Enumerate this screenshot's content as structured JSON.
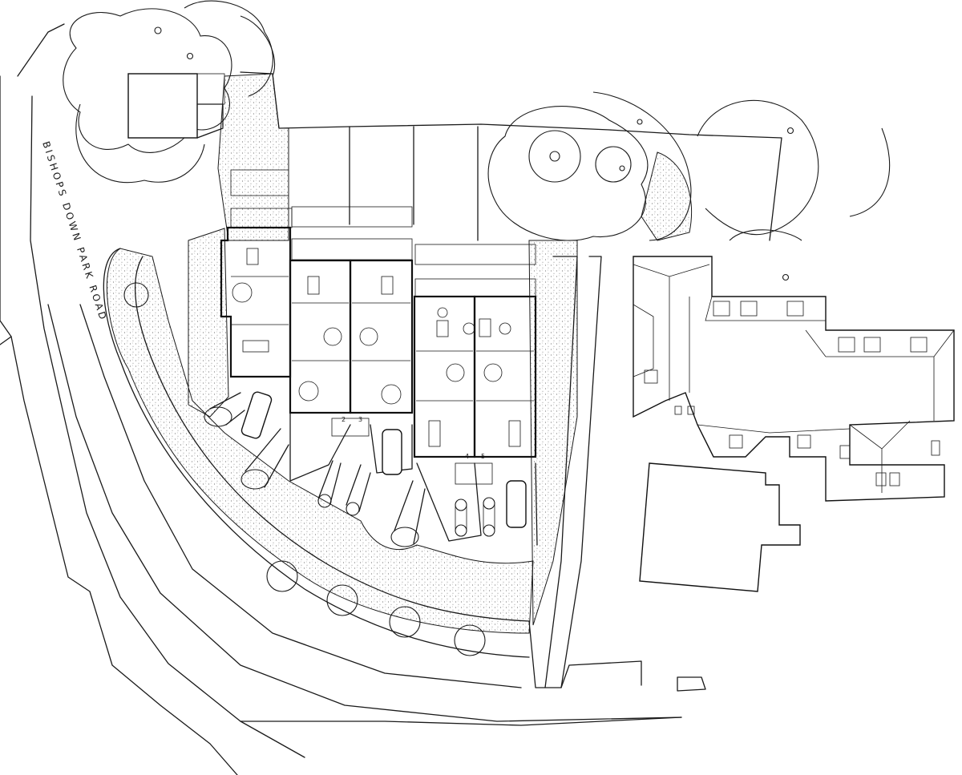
{
  "road_label": "BISHOPS DOWN PARK ROAD",
  "plot_labels": [
    "2",
    "3",
    "4",
    "5"
  ],
  "colors": {
    "ink": "#1a1a1a",
    "paper": "#ffffff"
  }
}
